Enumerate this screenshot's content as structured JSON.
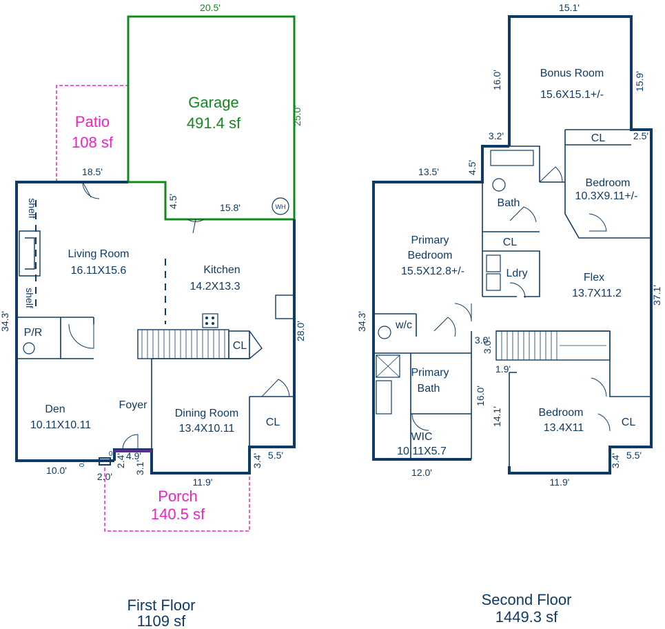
{
  "colors": {
    "wall": "#0d3a66",
    "garage": "#118a1c",
    "outdoor": "#ee22c8"
  },
  "first_floor": {
    "title": "First Floor",
    "area": "1109 sf",
    "rooms": {
      "garage": {
        "name": "Garage",
        "area": "491.4 sf"
      },
      "patio": {
        "name": "Patio",
        "area": "108 sf"
      },
      "porch": {
        "name": "Porch",
        "area": "140.5 sf"
      },
      "living": {
        "name": "Living Room",
        "size": "16.11X15.6"
      },
      "kitchen": {
        "name": "Kitchen",
        "size": "14.2X13.3"
      },
      "den": {
        "name": "Den",
        "size": "10.11X10.11"
      },
      "foyer": {
        "name": "Foyer"
      },
      "dining": {
        "name": "Dining Room",
        "size": "13.4X10.11"
      },
      "pr": {
        "name": "P/R"
      },
      "cl_kitchen": {
        "name": "CL"
      },
      "cl_dining": {
        "name": "CL"
      },
      "shelf_top": {
        "name": "shelf"
      },
      "shelf_bottom": {
        "name": "shelf"
      },
      "wh": {
        "name": "WH"
      }
    },
    "dims": {
      "garage_top": "20.5'",
      "garage_right": "25.0'",
      "patio_width": "18.5'",
      "garage_step": "4.5'",
      "garage_bottom": "15.8'",
      "left_side": "34.3'",
      "right_side": "28.0'",
      "den_bottom": "10.0'",
      "entry_a": "2.0'",
      "entry_b": "2.4'",
      "entry_c": "4.9'",
      "entry_d": "3.1'",
      "porch_width": "11.9'",
      "step_a": "3.4'",
      "step_b": "5.5'",
      "tiny_a": "0.",
      "tiny_b": "0."
    }
  },
  "second_floor": {
    "title": "Second Floor",
    "area": "1449.3 sf",
    "rooms": {
      "bonus": {
        "name": "Bonus Room",
        "size": "15.6X15.1+/-"
      },
      "bedroom2": {
        "name": "Bedroom",
        "size": "10.3X9.11+/-"
      },
      "bath": {
        "name": "Bath"
      },
      "primary": {
        "name_l1": "Primary",
        "name_l2": "Bedroom",
        "size": "15.5X12.8+/-"
      },
      "cl_bath": {
        "name": "CL"
      },
      "cl_bed2": {
        "name": "CL"
      },
      "laundry": {
        "name": "Ldry"
      },
      "flex": {
        "name": "Flex",
        "size": "13.7X11.2"
      },
      "wc": {
        "name": "w/c"
      },
      "primary_bath": {
        "name_l1": "Primary",
        "name_l2": "Bath"
      },
      "wic": {
        "name": "WIC",
        "size": "10.11X5.7"
      },
      "bedroom3": {
        "name": "Bedroom",
        "size": "13.4X11"
      },
      "cl_bed3": {
        "name": "CL"
      }
    },
    "dims": {
      "bonus_top": "15.1'",
      "bonus_left": "16.0'",
      "bonus_right": "15.9'",
      "bath_top": "3.2'",
      "bed_top": "2.5'",
      "primary_top": "13.5'",
      "bath_left": "4.5'",
      "left_side": "34.3'",
      "right_side": "37.1'",
      "stair_a": "3.0'",
      "stair_b": "3.0'",
      "stair_c": "1.9'",
      "pbath_side": "16.0'",
      "bed3_side": "14.1'",
      "bottom_left": "12.0'",
      "bottom_right": "11.9'",
      "step_a": "3.4'",
      "step_b": "5.5'"
    }
  }
}
